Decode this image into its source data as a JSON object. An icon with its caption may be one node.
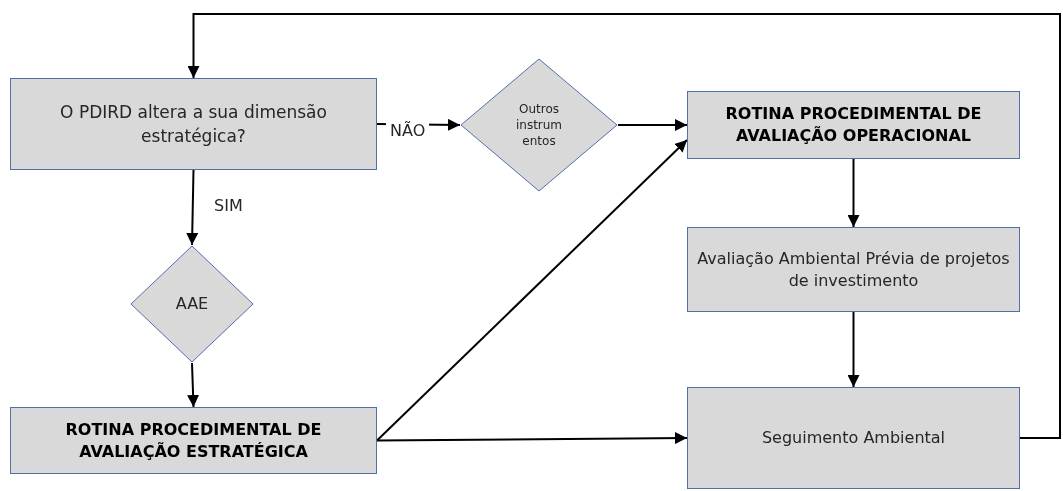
{
  "diagram": {
    "nodes": [
      {
        "text": [
          "O PDIRD altera a sua dimensão estratégica?"
        ]
      },
      {
        "text": [
          "Outros instrum entos"
        ]
      },
      {
        "text": [
          "ROTINA PROCEDIMENTAL DE AVALIAÇÃO OPERACIONAL"
        ]
      },
      {
        "text": [
          "AAE"
        ]
      },
      {
        "text": [
          "ROTINA PROCEDIMENTAL DE AVALIAÇÃO ESTRATÉGICA"
        ]
      },
      {
        "text": [
          "Avaliação Ambiental Prévia de projetos de investimento"
        ]
      },
      {
        "text": [
          "Seguimento Ambiental"
        ]
      }
    ],
    "edges": [
      {
        "from": 0,
        "to": 1,
        "arrow": "to",
        "label": "NÃO"
      },
      {
        "from": 1,
        "to": 2,
        "arrow": "to"
      },
      {
        "from": 0,
        "to": 3,
        "arrow": "to",
        "label": "SIM"
      },
      {
        "from": 3,
        "to": 4,
        "arrow": "to"
      },
      {
        "from": 4,
        "to": 2,
        "arrow": "to"
      },
      {
        "from": 4,
        "to": 6,
        "arrow": "to"
      },
      {
        "from": 2,
        "to": 5,
        "arrow": "to"
      },
      {
        "from": 5,
        "to": 6,
        "arrow": "to"
      },
      {
        "from": 6,
        "to": 0,
        "arrow": "to"
      }
    ]
  }
}
